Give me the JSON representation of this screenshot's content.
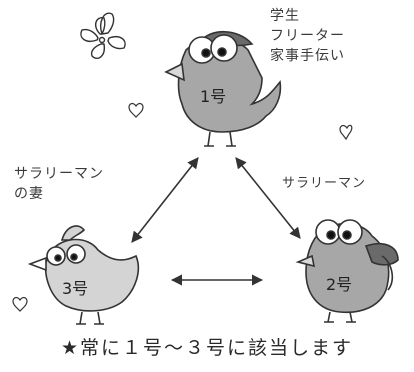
{
  "chick1": {
    "number": "1号",
    "roles": [
      "学生",
      "フリーター",
      "家事手伝い"
    ]
  },
  "chick2": {
    "number": "2号",
    "roles": [
      "サラリーマン"
    ]
  },
  "chick3": {
    "number": "3号",
    "roles": [
      "サラリーマン",
      "の妻"
    ]
  },
  "footer": "★常に１号～３号に該当します",
  "colors": {
    "body_gray": "#a7a7a7",
    "dark_gray": "#6a6a6a",
    "outline": "#333333"
  }
}
